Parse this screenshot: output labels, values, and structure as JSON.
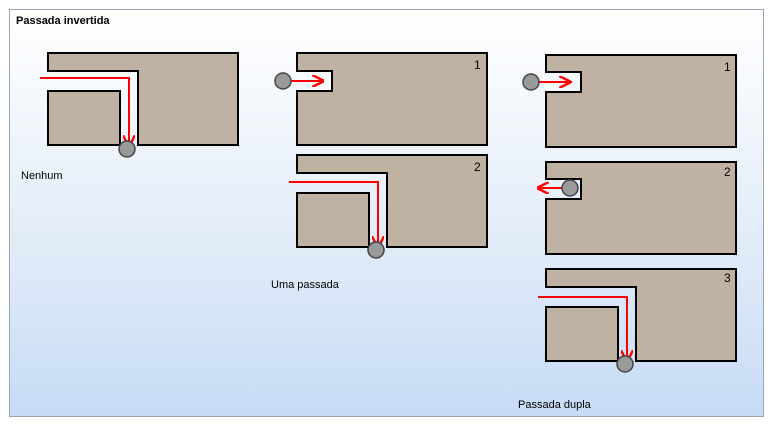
{
  "panel": {
    "title": "Passada invertida"
  },
  "options": [
    {
      "caption": "Nenhum"
    },
    {
      "caption": "Uma passada",
      "steps": [
        "1",
        "2"
      ]
    },
    {
      "caption": "Passada dupla",
      "steps": [
        "1",
        "2",
        "3"
      ]
    }
  ],
  "colors": {
    "block": "#bfb2a3",
    "toolpath": "#ff0000",
    "tool": "#9a9a9a"
  },
  "icons": {
    "tool": "circle-tool-icon",
    "arrow": "arrow-head-icon"
  }
}
